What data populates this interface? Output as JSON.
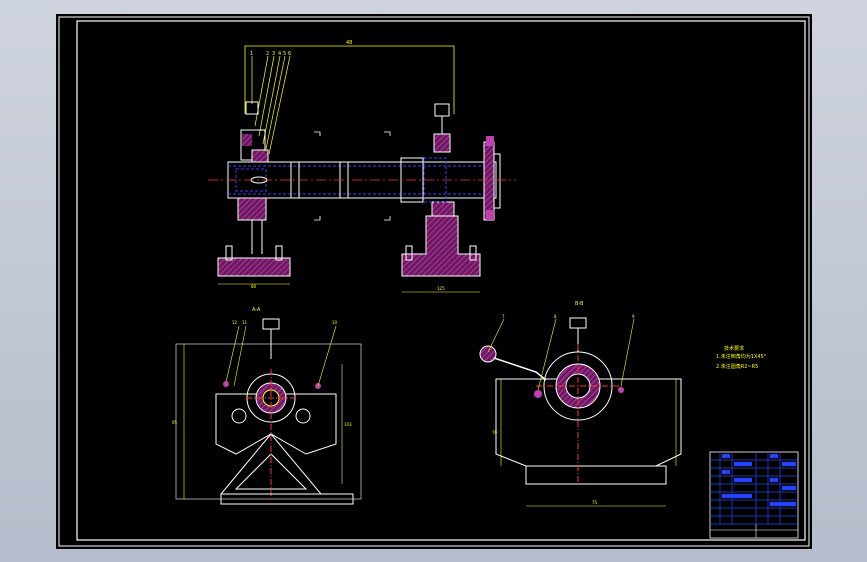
{
  "drawing": {
    "title": "",
    "top_dimension": "48",
    "part_labels_top": [
      "1",
      "2",
      "3",
      "4",
      "5",
      "6"
    ],
    "bottom_dim_left": "80",
    "bottom_dim_right": "125",
    "left_view_title": "A-A",
    "right_view_title": "B-B",
    "left_view_labels": [
      "12",
      "11",
      "10"
    ],
    "right_view_labels": [
      "7",
      "8",
      "9"
    ],
    "left_height_dims": [
      "95",
      "103"
    ],
    "right_height_dim": "70",
    "right_base_dim": "75",
    "tech_notes": [
      "技术要求",
      "1.未注倒角均为1X45°",
      "2.未注圆角R2~R5"
    ]
  },
  "colors": {
    "background": "#000000",
    "frame": "#ffffff",
    "outline": "#ffffff",
    "hidden": "#3b3bff",
    "center": "#ff3333",
    "dimension": "#ffff00",
    "hatch": "#b03090",
    "title_block": "#2244ff"
  }
}
